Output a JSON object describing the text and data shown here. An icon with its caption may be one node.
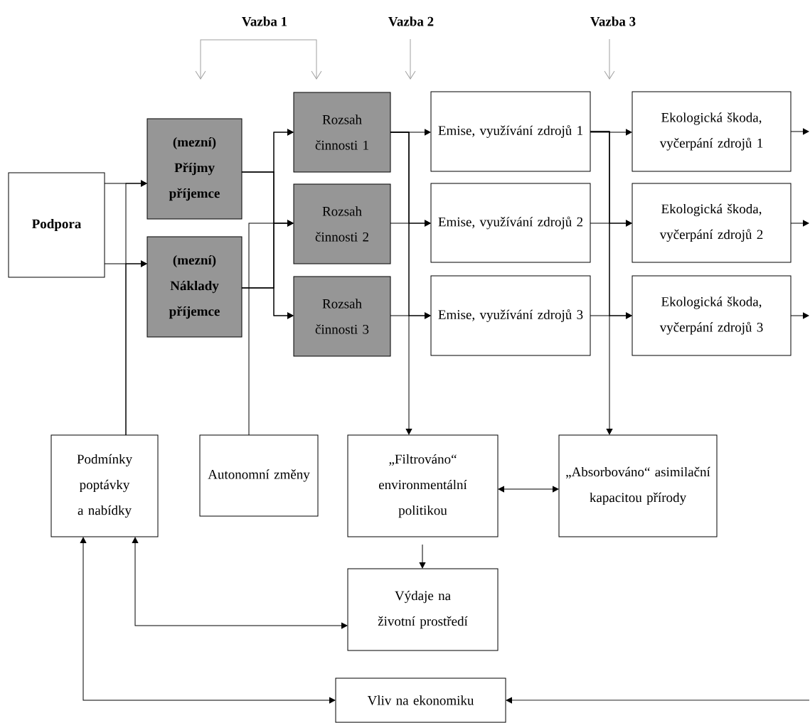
{
  "diagram": {
    "nodes": [
      {
        "text": [
          "Podpora"
        ]
      },
      {
        "text": [
          "(mezní) Příjmy příjemce"
        ]
      },
      {
        "text": [
          "(mezní) Náklady příjemce"
        ]
      },
      {
        "text": [
          "Rozsah činnosti 1"
        ]
      },
      {
        "text": [
          "Rozsah činnosti 2"
        ]
      },
      {
        "text": [
          "Rozsah činnosti 3"
        ]
      },
      {
        "text": [
          "Emise, využívání zdrojů 1"
        ]
      },
      {
        "text": [
          "Emise, využívání zdrojů 2"
        ]
      },
      {
        "text": [
          "Emise, využívání zdrojů 3"
        ]
      },
      {
        "text": [
          "Ekologická škoda, vyčerpání zdrojů 1"
        ]
      },
      {
        "text": [
          "Ekologická škoda, vyčerpání zdrojů 2"
        ]
      },
      {
        "text": [
          "Ekologická škoda, vyčerpání zdrojů 3"
        ]
      },
      {
        "text": [
          "Podmínky poptávky a nabídky"
        ]
      },
      {
        "text": [
          "Autonomní změny"
        ]
      },
      {
        "text": [
          "„Filtrováno“ environmentální politikou"
        ]
      },
      {
        "text": [
          "„Absorbováno“ asimilační kapacitou přírody"
        ]
      },
      {
        "text": [
          "Výdaje na životní prostředí"
        ]
      },
      {
        "text": [
          "Vliv na ekonomiku"
        ]
      }
    ],
    "edges": [
      {
        "from": 0,
        "to": 1,
        "arrow": "to"
      },
      {
        "from": 0,
        "to": 2,
        "arrow": "to"
      },
      {
        "from": 12,
        "to": 1,
        "arrow": "to"
      },
      {
        "from": 12,
        "to": 2,
        "arrow": "to"
      },
      {
        "from": 1,
        "to": 3,
        "arrow": "to"
      },
      {
        "from": 1,
        "to": 4,
        "arrow": "to"
      },
      {
        "from": 1,
        "to": 5,
        "arrow": "to"
      },
      {
        "from": 2,
        "to": 3,
        "arrow": "to"
      },
      {
        "from": 2,
        "to": 4,
        "arrow": "to"
      },
      {
        "from": 2,
        "to": 5,
        "arrow": "to"
      },
      {
        "from": 13,
        "to": 4,
        "arrow": "to"
      },
      {
        "from": 3,
        "to": 6,
        "arrow": "to"
      },
      {
        "from": 3,
        "to": 7,
        "arrow": "to"
      },
      {
        "from": 3,
        "to": 8,
        "arrow": "to"
      },
      {
        "from": 3,
        "to": 14,
        "arrow": "to"
      },
      {
        "from": 4,
        "to": 7,
        "arrow": "to"
      },
      {
        "from": 5,
        "to": 8,
        "arrow": "to"
      },
      {
        "from": 6,
        "to": 9,
        "arrow": "to"
      },
      {
        "from": 6,
        "to": 10,
        "arrow": "to"
      },
      {
        "from": 6,
        "to": 11,
        "arrow": "to"
      },
      {
        "from": 6,
        "to": 15,
        "arrow": "to"
      },
      {
        "from": 7,
        "to": 10,
        "arrow": "to"
      },
      {
        "from": 8,
        "to": 11,
        "arrow": "to"
      },
      {
        "from": 9,
        "to": null,
        "arrow": "to"
      },
      {
        "from": 10,
        "to": null,
        "arrow": "to"
      },
      {
        "from": 11,
        "to": null,
        "arrow": "to"
      },
      {
        "from": 14,
        "to": 15,
        "arrow": "both"
      },
      {
        "from": 14,
        "to": 16,
        "arrow": "to"
      },
      {
        "from": 16,
        "to": 12,
        "arrow": "both"
      },
      {
        "from": 17,
        "to": 12,
        "arrow": "both"
      },
      {
        "from": null,
        "to": 17,
        "arrow": "to"
      }
    ],
    "labels": [
      "Vazba 1",
      "Vazba 2",
      "Vazba 3"
    ]
  }
}
